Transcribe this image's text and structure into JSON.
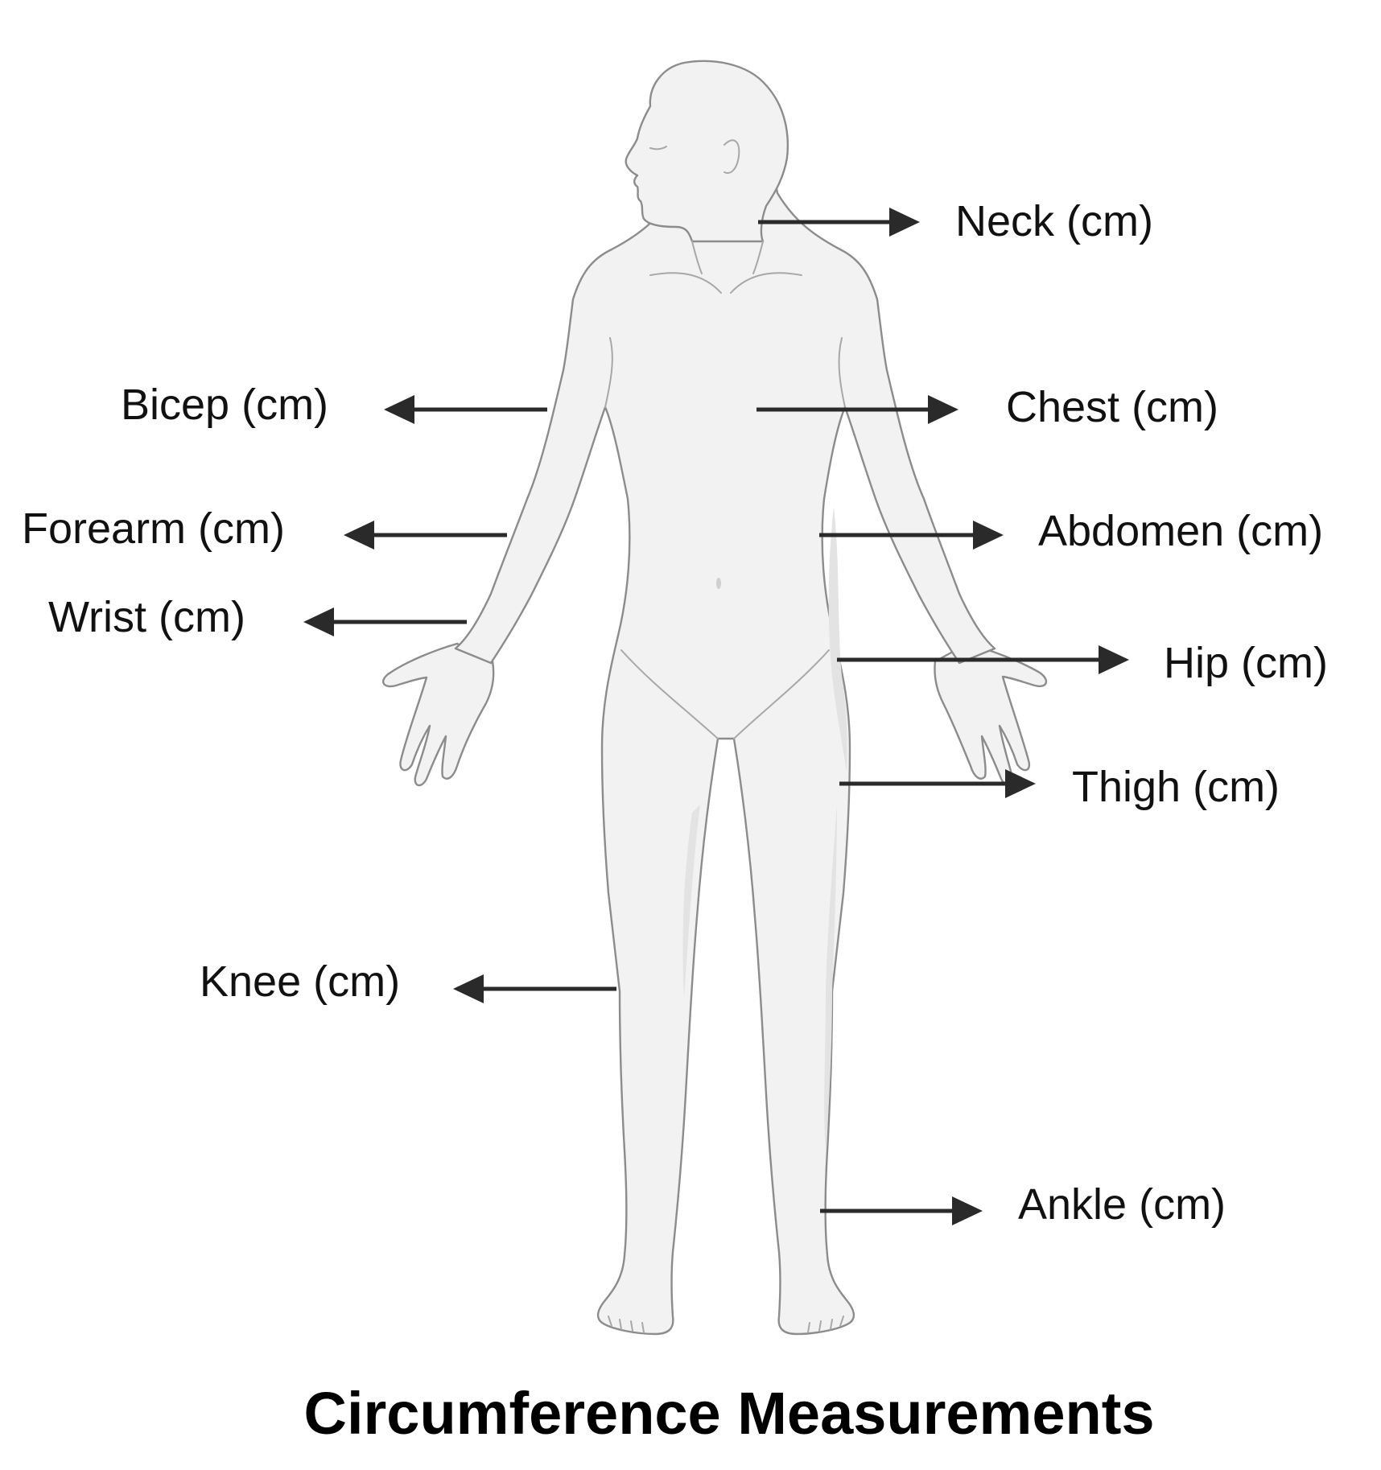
{
  "title": "Circumference Measurements",
  "colors": {
    "body_fill": "#f2f2f2",
    "body_outline": "#8c8c8c",
    "arrow": "#2a2a2a",
    "text": "#111111"
  },
  "labels": {
    "neck": "Neck (cm)",
    "chest": "Chest (cm)",
    "abdomen": "Abdomen (cm)",
    "hip": "Hip (cm)",
    "thigh": "Thigh (cm)",
    "ankle": "Ankle (cm)",
    "bicep": "Bicep (cm)",
    "forearm": "Forearm (cm)",
    "wrist": "Wrist (cm)",
    "knee": "Knee (cm)"
  }
}
